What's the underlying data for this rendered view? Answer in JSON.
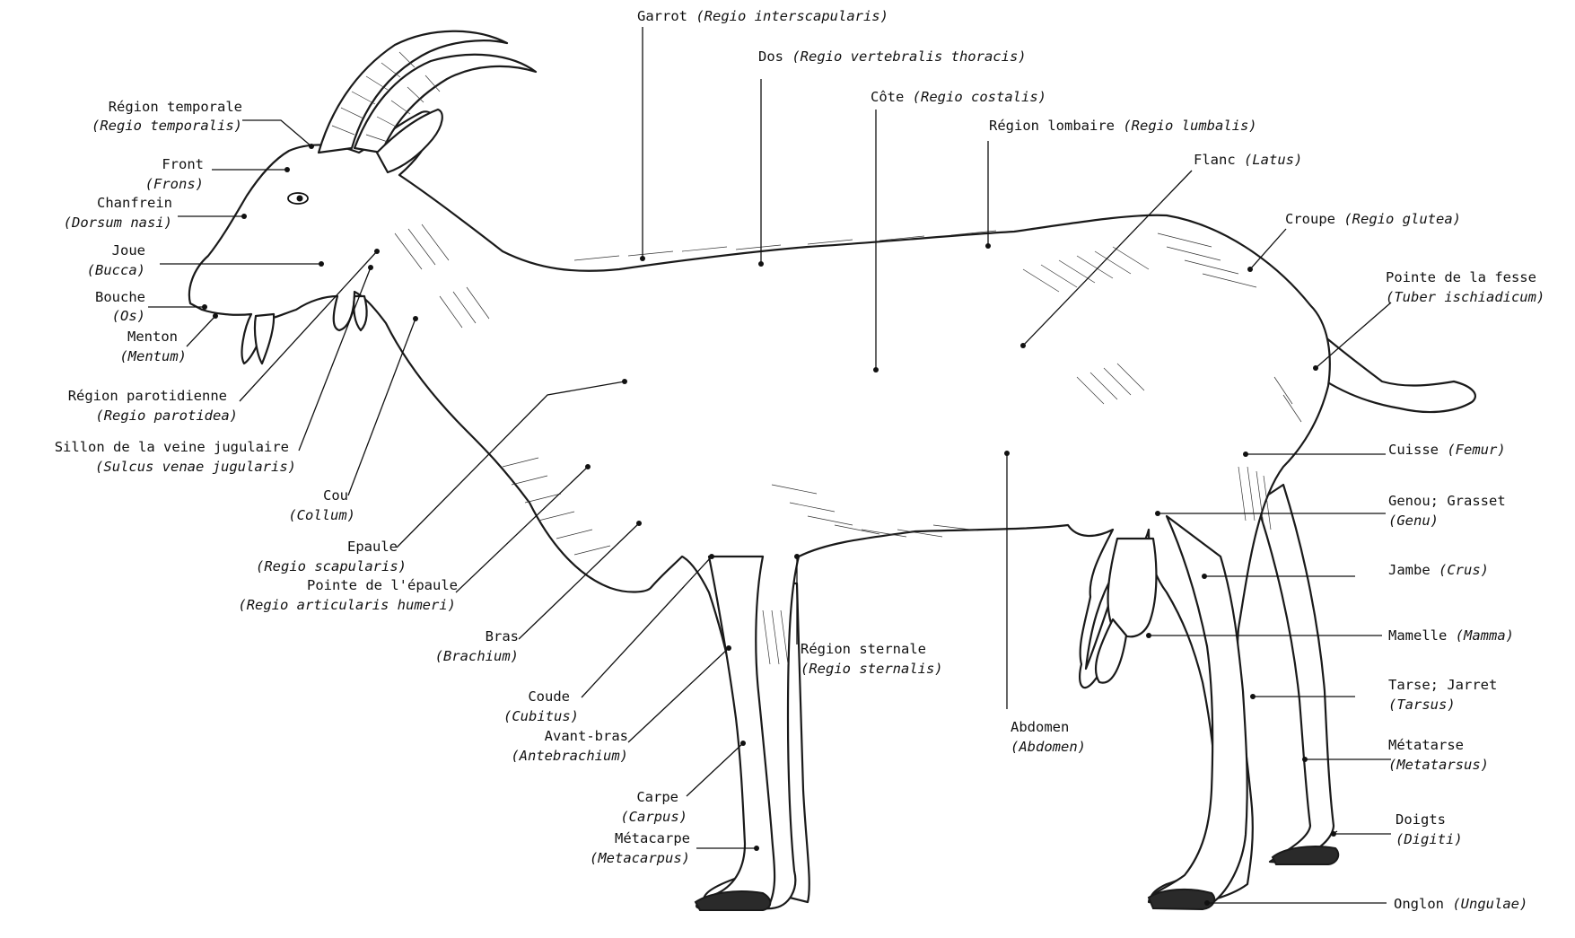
{
  "labels": [
    {
      "id": "temporale",
      "name": "Région temporale",
      "latin": "(Regio temporalis)"
    },
    {
      "id": "front",
      "name": "Front",
      "latin": "(Frons)"
    },
    {
      "id": "chanfrein",
      "name": "Chanfrein",
      "latin": "(Dorsum nasi)"
    },
    {
      "id": "joue",
      "name": "Joue",
      "latin": "(Bucca)"
    },
    {
      "id": "bouche",
      "name": "Bouche",
      "latin": "(Os)"
    },
    {
      "id": "menton",
      "name": "Menton",
      "latin": "(Mentum)"
    },
    {
      "id": "parotidienne",
      "name": "Région parotidienne",
      "latin": "(Regio parotidea)"
    },
    {
      "id": "jugulaire",
      "name": "Sillon de la veine jugulaire",
      "latin": "(Sulcus venae jugularis)"
    },
    {
      "id": "cou",
      "name": "Cou",
      "latin": "(Collum)"
    },
    {
      "id": "epaule",
      "name": "Epaule",
      "latin": "(Regio scapularis)"
    },
    {
      "id": "pointe-epaule",
      "name": "Pointe de l'épaule",
      "latin": "(Regio articularis humeri)"
    },
    {
      "id": "bras",
      "name": "Bras",
      "latin": "(Brachium)"
    },
    {
      "id": "coude",
      "name": "Coude",
      "latin": "(Cubitus)"
    },
    {
      "id": "avant-bras",
      "name": "Avant-bras",
      "latin": "(Antebrachium)"
    },
    {
      "id": "carpe",
      "name": "Carpe",
      "latin": "(Carpus)"
    },
    {
      "id": "metacarpe",
      "name": "Métacarpe",
      "latin": "(Metacarpus)"
    },
    {
      "id": "garrot",
      "name": "Garrot",
      "latin": "(Regio interscapularis)"
    },
    {
      "id": "dos",
      "name": "Dos",
      "latin": "(Regio vertebralis thoracis)"
    },
    {
      "id": "cote",
      "name": "Côte",
      "latin": "(Regio costalis)"
    },
    {
      "id": "lombaire",
      "name": "Région lombaire",
      "latin": "(Regio lumbalis)"
    },
    {
      "id": "flanc",
      "name": "Flanc",
      "latin": "(Latus)"
    },
    {
      "id": "croupe",
      "name": "Croupe",
      "latin": "(Regio glutea)"
    },
    {
      "id": "fesse",
      "name": "Pointe de la fesse",
      "latin": "(Tuber ischiadicum)"
    },
    {
      "id": "cuisse",
      "name": "Cuisse",
      "latin": "(Femur)"
    },
    {
      "id": "genou",
      "name": "Genou; Grasset",
      "latin": "(Genu)"
    },
    {
      "id": "jambe",
      "name": "Jambe",
      "latin": "(Crus)"
    },
    {
      "id": "mamelle",
      "name": "Mamelle",
      "latin": "(Mamma)"
    },
    {
      "id": "tarse",
      "name": "Tarse; Jarret",
      "latin": "(Tarsus)"
    },
    {
      "id": "metatarse",
      "name": "Métatarse",
      "latin": "(Metatarsus)"
    },
    {
      "id": "doigts",
      "name": "Doigts",
      "latin": "(Digiti)"
    },
    {
      "id": "onglon",
      "name": "Onglon",
      "latin": "(Ungulae)"
    },
    {
      "id": "sternale",
      "name": "Région sternale",
      "latin": "(Regio sternalis)"
    },
    {
      "id": "abdomen",
      "name": "Abdomen",
      "latin": "(Abdomen)"
    }
  ]
}
